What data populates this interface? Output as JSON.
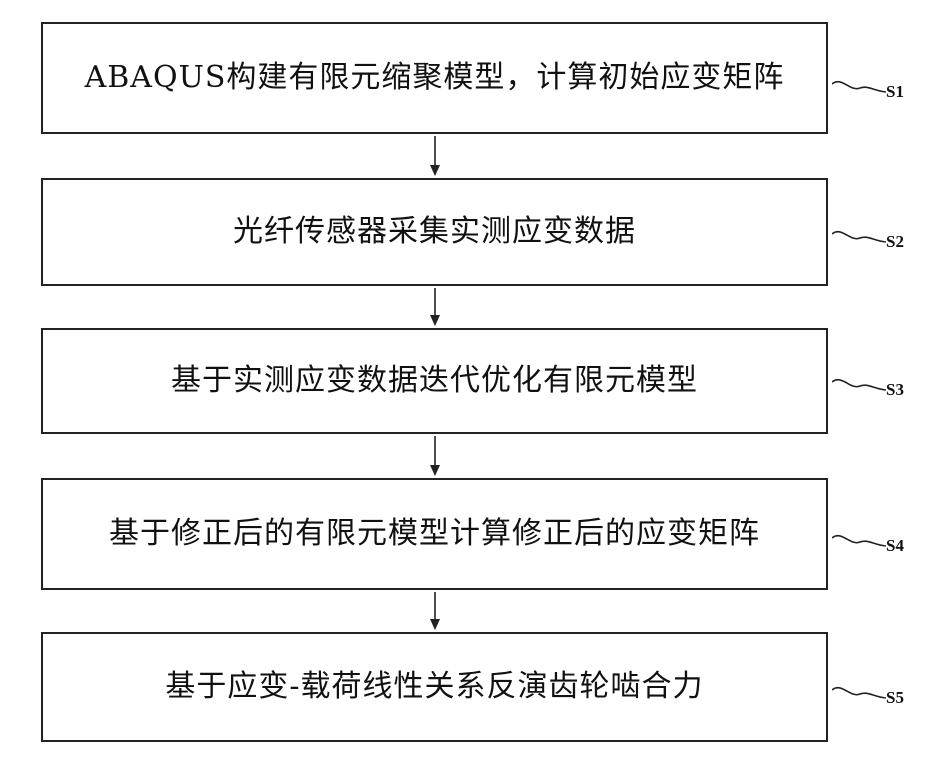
{
  "steps": [
    {
      "id": "S1",
      "text": "ABAQUS构建有限元缩聚模型，计算初始应变矩阵"
    },
    {
      "id": "S2",
      "text": "光纤传感器采集实测应变数据"
    },
    {
      "id": "S3",
      "text": "基于实测应变数据迭代优化有限元模型"
    },
    {
      "id": "S4",
      "text": "基于修正后的有限元模型计算修正后的应变矩阵"
    },
    {
      "id": "S5",
      "text": "基于应变-载荷线性关系反演齿轮啮合力"
    }
  ]
}
